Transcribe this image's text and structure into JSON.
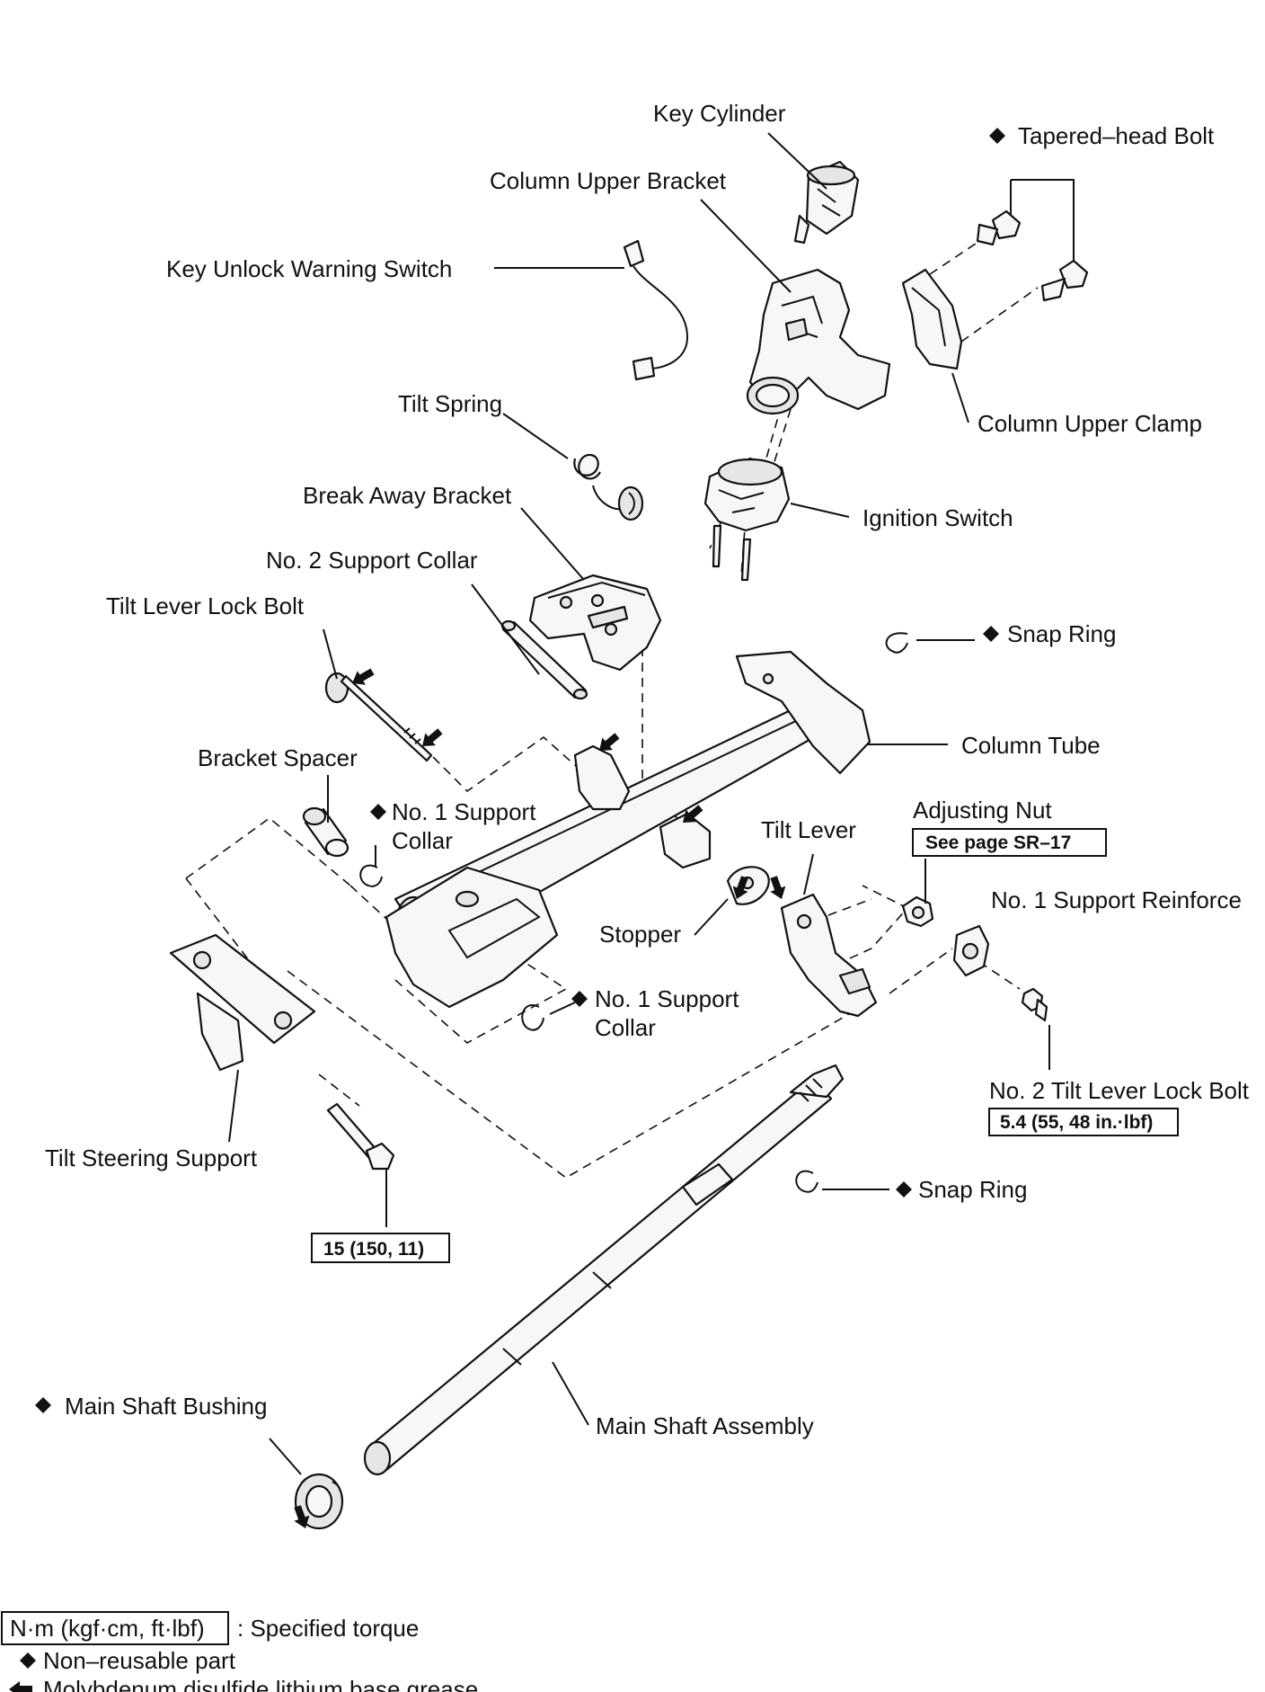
{
  "labels": {
    "key_cylinder": "Key Cylinder",
    "tapered_head_bolt": "Tapered–head Bolt",
    "column_upper_bracket": "Column Upper Bracket",
    "key_unlock_warning_switch": "Key Unlock Warning Switch",
    "tilt_spring": "Tilt Spring",
    "column_upper_clamp": "Column Upper Clamp",
    "break_away_bracket": "Break Away Bracket",
    "ignition_switch": "Ignition Switch",
    "no2_support_collar": "No. 2 Support Collar",
    "tilt_lever_lock_bolt": "Tilt Lever Lock Bolt",
    "snap_ring_upper": "Snap Ring",
    "column_tube": "Column Tube",
    "bracket_spacer": "Bracket Spacer",
    "no1_support_collar_a_line1": "No. 1 Support",
    "no1_support_collar_a_line2": "Collar",
    "adjusting_nut": "Adjusting Nut",
    "adjusting_nut_ref": "See page SR–17",
    "tilt_lever": "Tilt Lever",
    "no1_support_reinforce": "No. 1 Support Reinforce",
    "stopper": "Stopper",
    "no1_support_collar_b_line1": "No. 1 Support",
    "no1_support_collar_b_line2": "Collar",
    "no2_tilt_lever_lock_bolt": "No. 2 Tilt Lever Lock Bolt",
    "no2_tilt_lever_lock_bolt_torque": "5.4 (55, 48 in.·lbf)",
    "tilt_steering_support": "Tilt Steering Support",
    "snap_ring_lower": "Snap Ring",
    "support_bolt_torque": "15 (150, 11)",
    "main_shaft_bushing": "Main Shaft Bushing",
    "main_shaft_assembly": "Main Shaft Assembly"
  },
  "legend": {
    "torque_unit": "N·m (kgf·cm, ft·lbf)",
    "torque_desc": ": Specified torque",
    "non_reusable": "Non–reusable part",
    "grease": "Molybdenum disulfide lithium base grease"
  },
  "symbols": {
    "non_reusable": "diamond-icon",
    "grease": "grease-arrow-icon"
  }
}
